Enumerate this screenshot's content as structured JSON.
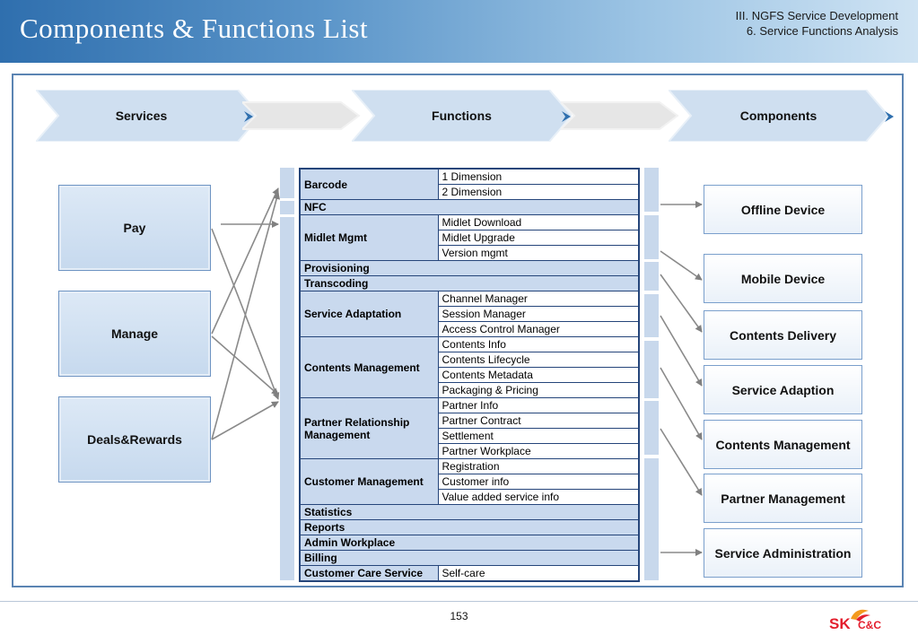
{
  "header": {
    "title": "Components & Functions List",
    "subtitle_line1": "III. NGFS Service Development",
    "subtitle_line2": "6. Service Functions Analysis"
  },
  "flow": {
    "services": "Services",
    "functions": "Functions",
    "components": "Components"
  },
  "services": [
    "Pay",
    "Manage",
    "Deals&Rewards"
  ],
  "functions": [
    {
      "name": "Barcode",
      "subs": [
        "1 Dimension",
        "2 Dimension"
      ]
    },
    {
      "name": "NFC",
      "subs": []
    },
    {
      "name": "Midlet Mgmt",
      "subs": [
        "Midlet Download",
        "Midlet Upgrade",
        "Version mgmt"
      ]
    },
    {
      "name": "Provisioning",
      "subs": []
    },
    {
      "name": "Transcoding",
      "subs": []
    },
    {
      "name": "Service Adaptation",
      "subs": [
        "Channel Manager",
        "Session Manager",
        "Access Control Manager"
      ]
    },
    {
      "name": "Contents Management",
      "subs": [
        "Contents Info",
        "Contents Lifecycle",
        "Contents Metadata",
        "Packaging & Pricing"
      ]
    },
    {
      "name": "Partner Relationship Management",
      "subs": [
        "Partner Info",
        "Partner Contract",
        "Settlement",
        "Partner Workplace"
      ]
    },
    {
      "name": "Customer Management",
      "subs": [
        "Registration",
        "Customer info",
        "Value added service info"
      ]
    },
    {
      "name": "Statistics",
      "subs": []
    },
    {
      "name": "Reports",
      "subs": []
    },
    {
      "name": "Admin Workplace",
      "subs": []
    },
    {
      "name": "Billing",
      "subs": []
    },
    {
      "name": "Customer Care Service",
      "subs": [
        "Self-care"
      ]
    }
  ],
  "components": [
    "Offline Device",
    "Mobile Device",
    "Contents Delivery",
    "Service Adaption",
    "Contents Management",
    "Partner Management",
    "Service Administration"
  ],
  "footer": {
    "page_number": "153",
    "logo_sk": "SK",
    "logo_cc": "C&C"
  },
  "colors": {
    "header_blue": "#2f6fae",
    "table_border": "#25457a",
    "main_cell": "#c9d9ee",
    "logo_red": "#e31e2d"
  }
}
